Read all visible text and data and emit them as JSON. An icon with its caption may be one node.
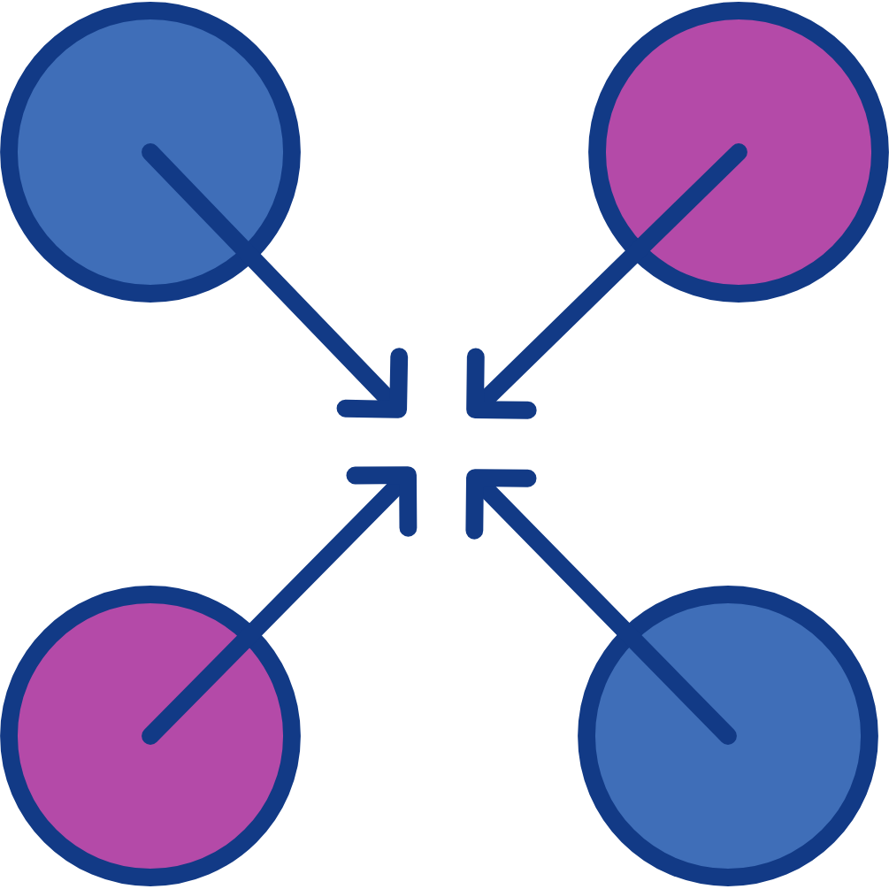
{
  "diagram": {
    "nodes": [
      {
        "text": [],
        "shape": "circle"
      },
      {
        "text": [],
        "shape": "circle"
      },
      {
        "text": [],
        "shape": "circle"
      },
      {
        "text": [],
        "shape": "circle"
      }
    ],
    "edges": [
      {
        "from": 0,
        "to": null,
        "arrow": "to"
      },
      {
        "from": 1,
        "to": null,
        "arrow": "to"
      },
      {
        "from": 2,
        "to": null,
        "arrow": "to"
      },
      {
        "from": 3,
        "to": null,
        "arrow": "to"
      }
    ]
  }
}
